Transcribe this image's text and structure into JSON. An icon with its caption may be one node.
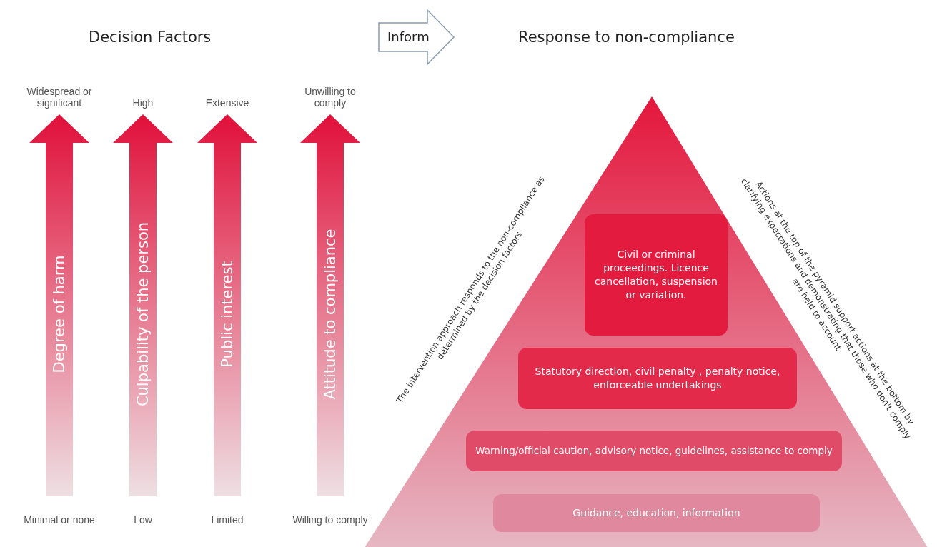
{
  "diagram": {
    "nodes": [
      {
        "text": [
          "Degree of harm"
        ],
        "beside": [
          "Widespread or significant",
          "Minimal or none"
        ]
      },
      {
        "text": [
          "Culpability of the person"
        ],
        "beside": [
          "High",
          "Low"
        ]
      },
      {
        "text": [
          "Public interest"
        ],
        "beside": [
          "Extensive",
          "Limited"
        ]
      },
      {
        "text": [
          "Attitude to compliance"
        ],
        "beside": [
          "Unwilling to comply",
          "Willing to comply"
        ]
      },
      {
        "text": [
          "Inform"
        ]
      },
      {
        "text": [],
        "shape": "triangle",
        "beside": [
          "The intervention approach responds to the non-compliance as determined by the decision factors",
          "Actions at the top of the pyramid support actions at the bottom by clarifying expectations and demonstrating that those who don't comply are held to account"
        ]
      },
      {
        "text": [
          "Civil or criminal proceedings. Licence cancellation, suspension or variation."
        ],
        "in": 5
      },
      {
        "text": [
          "Statutory direction, civil penalty , penalty notice, enforceable undertakings"
        ],
        "in": 5
      },
      {
        "text": [
          "Warning/official caution, advisory notice, guidelines, assistance to comply"
        ],
        "in": 5
      },
      {
        "text": [
          "Guidance, education, information"
        ],
        "in": 5
      }
    ],
    "edges": [],
    "labels": [
      "Decision Factors",
      "Response to non-compliance"
    ]
  }
}
